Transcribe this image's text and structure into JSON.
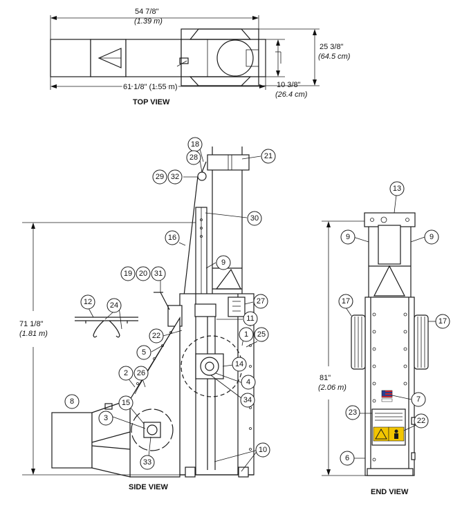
{
  "views": {
    "top": "TOP VIEW",
    "side": "SIDE VIEW",
    "end": "END VIEW"
  },
  "dimensions": {
    "top_length": {
      "imperial": "54 7/8\"",
      "metric": "(1.39 m)"
    },
    "top_overall": {
      "imperial": "61 1/8\" (1.55 m)"
    },
    "top_width": {
      "imperial": "25 3/8\"",
      "metric": "(64.5 cm)"
    },
    "top_inner": {
      "imperial": "10 3/8\"",
      "metric": "(26.4 cm)"
    },
    "side_height": {
      "imperial": "71 1/8\"",
      "metric": "(1.81 m)"
    },
    "end_height": {
      "imperial": "81\"",
      "metric": "(2.06 m)"
    }
  },
  "callouts": {
    "c1": "1",
    "c2": "2",
    "c3": "3",
    "c4": "4",
    "c5": "5",
    "c6": "6",
    "c7": "7",
    "c8": "8",
    "c9a": "9",
    "c9b": "9",
    "c9c": "9",
    "c10": "10",
    "c11": "11",
    "c12": "12",
    "c13": "13",
    "c14": "14",
    "c15": "15",
    "c16": "16",
    "c17a": "17",
    "c17b": "17",
    "c18": "18",
    "c19": "19",
    "c20": "20",
    "c21": "21",
    "c22a": "22",
    "c22b": "22",
    "c23": "23",
    "c24": "24",
    "c25": "25",
    "c26": "26",
    "c27": "27",
    "c28": "28",
    "c29": "29",
    "c30": "30",
    "c31": "31",
    "c32": "32",
    "c33": "33",
    "c34": "34"
  },
  "colors": {
    "line": "#1a1a1a",
    "warning": "#f2c500",
    "flag_red": "#c0262d",
    "flag_blue": "#2a3c8f"
  }
}
